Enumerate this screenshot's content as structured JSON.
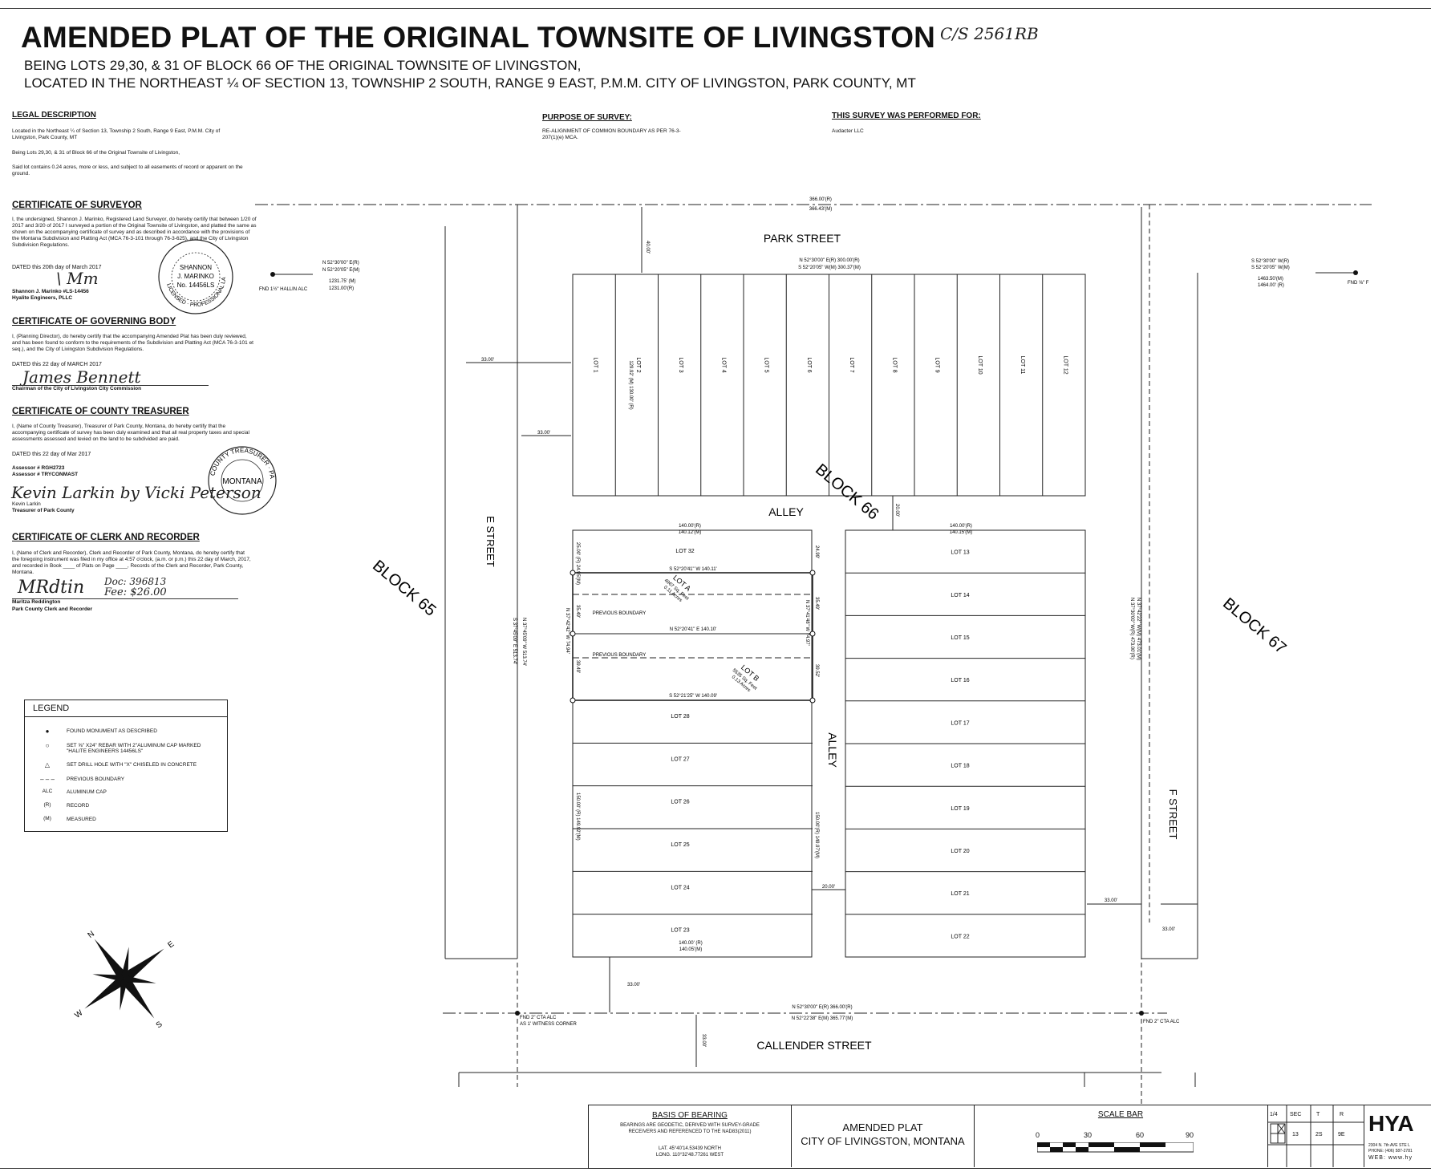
{
  "header": {
    "title": "AMENDED PLAT OF THE ORIGINAL TOWNSITE OF LIVINGSTON",
    "handwritten_ref": "C/S 2561RB",
    "subtitle_1": "BEING LOTS 29,30, & 31 OF BLOCK 66 OF THE ORIGINAL TOWNSITE OF LIVINGSTON,",
    "subtitle_2": "LOCATED IN THE NORTHEAST ¼ OF SECTION 13, TOWNSHIP 2 SOUTH, RANGE 9 EAST, P.M.M. CITY OF LIVINGSTON, PARK COUNTY, MT"
  },
  "legal": {
    "heading": "LEGAL DESCRIPTION",
    "p1": "Located in the Northeast ¼ of Section 13, Township 2 South, Range 9 East, P.M.M. City of Livingston, Park County, MT",
    "p2": "Being Lots 29,30, & 31 of Block 66 of the Original Townsite of Livingston,",
    "p3": "Said lot contains 0.24 acres, more or less, and subject to all easements of record or apparent on the ground."
  },
  "purpose": {
    "heading": "PURPOSE OF SURVEY:",
    "text": "RE-ALIGNMENT OF COMMON BOUNDARY AS PER 76-3-207(1)(e) MCA."
  },
  "performed_for": {
    "heading": "THIS SURVEY WAS PERFORMED FOR:",
    "text": "Audacter LLC"
  },
  "surveyor": {
    "heading": "CERTIFICATE OF SURVEYOR",
    "text": "I, the undersigned, Shannon J. Marinko, Registered Land Surveyor, do hereby certify that between 1/20 of 2017 and 3/20 of 2017 I surveyed a portion of the Original Townsite of Livingston, and platted the same as shown on the accompanying certificate of survey and as described in accordance with the provisions of the Montana Subdivision and Platting Act (MCA 76-3-101 through 76-3-625), and the City of Livingston Subdivision Regulations.",
    "dated": "DATED this 20th day of March 2017",
    "name": "Shannon J. Marinko #LS-14456",
    "company": "Hyalite Engineers, PLLC",
    "seal_1": "SHANNON",
    "seal_2": "J. MARINKO",
    "seal_3": "No. 14456LS",
    "seal_ring": "LICENSED · PROFESSIONAL LAND SURVEYOR"
  },
  "governing": {
    "heading": "CERTIFICATE OF GOVERNING BODY",
    "text": "I, (Planning Director), do hereby certify that the accompanying Amended Plat has been duly reviewed, and has been found to conform to the requirements of the Subdivision and Platting Act (MCA 76-3-101 et seq.), and the City of Livingston Subdivision Regulations.",
    "dated": "DATED this 22 day of MARCH 2017",
    "signature": "James Bennett",
    "title": "Chairman of the City of Livingston City Commission"
  },
  "treasurer": {
    "heading": "CERTIFICATE OF COUNTY TREASURER",
    "text": "I, (Name of County Treasurer), Treasurer of Park County, Montana, do hereby certify that the accompanying certificate of survey has been duly examined and that all real property taxes and special assessments assessed and levied on the land to be subdivided are paid.",
    "dated": "DATED this 22 day of Mar 2017",
    "assessor_1": "Assessor # RGH2723",
    "assessor_2": "Assessor # TRYCONMAST",
    "signature": "Kevin Larkin by Vicki Peterson",
    "name": "Kevin Larkin",
    "title": "Treasurer of Park County",
    "seal_center": "MONTANA",
    "seal_ring": "COUNTY TREASURER · PARK COUNTY"
  },
  "clerk": {
    "heading": "CERTIFICATE OF CLERK AND RECORDER",
    "text": "I, (Name of Clerk and Recorder), Clerk and Recorder of Park County, Montana, do hereby certify that the foregoing instrument was filed in my office at 4:57 o'clock, (a.m. or p.m.) this 22 day of March, 2017, and recorded in Book ____ of Plats on Page ____, Records of the Clerk and Recorder, Park County, Montana.",
    "doc": "Doc: 396813",
    "fee": "Fee: $26.00",
    "name": "Maritza Reddington",
    "title": "Park County Clerk and Recorder"
  },
  "legend": {
    "heading": "LEGEND",
    "items": [
      {
        "symbol": "●",
        "text": "FOUND MONUMENT AS DESCRIBED"
      },
      {
        "symbol": "○",
        "text": "SET ⅝\" X24\" REBAR WITH 2\"ALUMINUM CAP MARKED \"HALITE ENGINEERS 14456LS\""
      },
      {
        "symbol": "△",
        "text": "SET DRILL HOLE WITH \"X\" CHISELED IN CONCRETE"
      },
      {
        "symbol": "– – –",
        "text": "PREVIOUS BOUNDARY"
      },
      {
        "symbol": "ALC",
        "text": "ALUMINUM CAP"
      },
      {
        "symbol": "(R)",
        "text": "RECORD"
      },
      {
        "symbol": "(M)",
        "text": "MEASURED"
      }
    ]
  },
  "plat": {
    "streets": {
      "park": "PARK STREET",
      "callender": "CALLENDER STREET",
      "e_street": "E STREET",
      "f_street": "F STREET",
      "alley_h": "ALLEY",
      "alley_v": "ALLEY"
    },
    "blocks": {
      "b65": "BLOCK 65",
      "b66": "BLOCK 66",
      "b67": "BLOCK 67"
    },
    "north_lots": [
      "LOT 1",
      "LOT 2",
      "LOT 3",
      "LOT 4",
      "LOT 5",
      "LOT 6",
      "LOT 7",
      "LOT 8",
      "LOT 9",
      "LOT 10",
      "LOT 11",
      "LOT 12"
    ],
    "west_lots": [
      "LOT 28",
      "LOT 27",
      "LOT 26",
      "LOT 25",
      "LOT 24",
      "LOT 23"
    ],
    "east_lots": [
      "LOT 13",
      "LOT 14",
      "LOT 15",
      "LOT 16",
      "LOT 17",
      "LOT 18",
      "LOT 19",
      "LOT 20",
      "LOT 21",
      "LOT 22"
    ],
    "lot32": "LOT 32",
    "lot_a": {
      "name": "LOT A",
      "area": "4967 Sq. Feet",
      "acres": "0.11 Acres"
    },
    "lot_b": {
      "name": "LOT B",
      "area": "5535 Sq. Feet",
      "acres": "0.13 Acres"
    },
    "previous_boundary": "PREVIOUS BOUNDARY",
    "dims": {
      "top_r": "366.00'(R)",
      "top_m": "366.43'(M)",
      "d40": "40.00'",
      "park_r": "N 52°30'00\" E(R) 300.00'(R)",
      "park_m": "S 52°20'05\" W(M) 300.37'(M)",
      "w_bear_r": "N 52°30'00\" E(R)",
      "w_bear_m": "N 52°20'05\" E(M)",
      "w_dist_m": "1231.75' (M)",
      "w_dist_r": "1231.00'(R)",
      "fnd_w": "FND 1½\" HALLIN ALC",
      "e_bear_r": "S 52°30'00\" W(R)",
      "e_bear_m": "S 52°20'05\" W(M)",
      "e_dist_m": "1463.50'(M)",
      "e_dist_r": "1464.00' (R)",
      "fnd_e": "FND ⅝\" F",
      "d33_a": "33.00'",
      "d33_b": "33.00'",
      "lot1_len": "129.92' (M) 130.00' (R)",
      "alley_w": "20.00'",
      "l32_r": "140.00'(R)",
      "l32_m": "140.12'(M)",
      "l13_r": "140.00'(R)",
      "l13_m": "140.15'(M)",
      "l32_side": "25.00' (R) 24.95'(M)",
      "l32_side_e": "24.99'",
      "la_top": "S 52°20'41\" W 140.11'",
      "la_mid": "N 52°20'41\" E 140.10'",
      "lb_bot": "S 52°21'25\" W 140.09'",
      "la_w": "35.49'",
      "la_e": "35.49'",
      "lb_w": "39.49'",
      "lb_e": "39.52'",
      "la_e_bear": "N 37°41'48\" W 74.97'",
      "la_w_bear": "N 37°42'42\" W 74.94'",
      "e_st_bear": "N 37°45'09\" W 513.74'",
      "e_st_bear2": "S 37°45'09\" E 513.74'",
      "f_st_bear": "N 37°30'00\" W(R) 473.00'(R)",
      "f_st_bear2": "N 37°42'22\" W(M) 473.01'(M)",
      "west_150": "150.00' (R) 149.92'(M)",
      "east_150": "150.00'(R) 149.97'(M)",
      "alley20": "20.00'",
      "d33_c": "33.00'",
      "d33_d": "33.00'",
      "l23_r": "140.00' (R)",
      "l23_m": "140.05'(M)",
      "d33_e": "33.00'",
      "bot_r": "N 52°30'00\" E(R) 366.00'(R)",
      "bot_m": "N 52°22'38\" E(M) 365.77'(M)",
      "fnd_cta_w": "FND 2\" CTA ALC",
      "witness": "AS 1' WITNESS CORNER",
      "fnd_cta_e": "FND 2\" CTA ALC",
      "d33_f": "33.00'"
    }
  },
  "titleblock": {
    "basis_heading": "BASIS OF BEARING",
    "basis_text": "BEARINGS ARE GEODETIC, DERIVED WITH SURVEY-GRADE RECEIVERS AND REFERENCED TO THE NAD83(2011)",
    "lat": "LAT. 45°40'14.53439 NORTH",
    "long": "LONG. 110°32'48.77261 WEST",
    "plat_1": "AMENDED PLAT",
    "plat_2": "CITY OF LIVINGSTON, MONTANA",
    "scale_heading": "SCALE BAR",
    "scale_ticks": [
      "0",
      "30",
      "60",
      "90"
    ],
    "sec_headers": [
      "1/4",
      "SEC",
      "T",
      "R"
    ],
    "sec_values": [
      "",
      "13",
      "2S",
      "9E"
    ],
    "logo": "HYA",
    "addr_1": "2304 N. 7th AVE STE L",
    "addr_2": "PHONE: (406) 587-2781",
    "web": "WEB: www.hy"
  },
  "compass": {
    "n": "N",
    "s": "S",
    "e": "E",
    "w": "W"
  }
}
